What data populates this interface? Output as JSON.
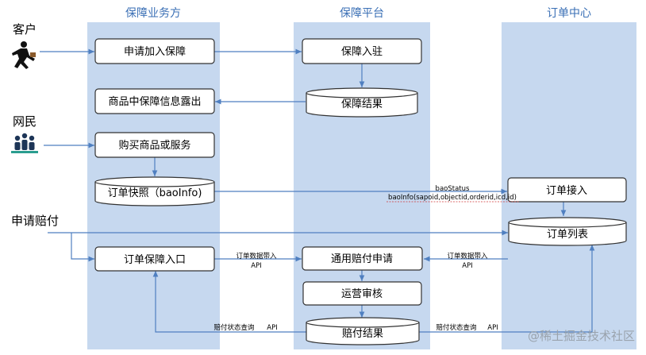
{
  "lanes": {
    "biz": "保障业务方",
    "platform": "保障平台",
    "order": "订单中心"
  },
  "actors": {
    "customer": "客户",
    "netizen": "网民",
    "claim": "申请赔付"
  },
  "boxes": {
    "apply_join": "申请加入保障",
    "expose": "商品中保障信息露出",
    "buy": "购买商品或服务",
    "snapshot": "订单快照（baoInfo)",
    "order_entry": "订单保障入口",
    "settle": "保障入驻",
    "result": "保障结果",
    "claim_apply": "通用赔付申请",
    "review": "运营审核",
    "claim_result": "赔付结果",
    "order_access": "订单接入",
    "order_list": "订单列表"
  },
  "labels": {
    "bao_status": "baoStatus",
    "bao_info": "baoInfo(sapoid,objectid,orderid,icd,id)",
    "order_data_1a": "订单数据带入",
    "order_data_1b": "API",
    "order_data_2a": "订单数据带入",
    "order_data_2b": "API",
    "claim_query_1a": "赔付状态查询",
    "claim_query_1b": "API",
    "claim_query_2a": "赔付状态查询",
    "claim_query_2b": "API"
  },
  "watermark": "@稀土掘金技术社区",
  "colors": {
    "lane_fill": "#c6d8ef",
    "line": "#4f7fc0",
    "lane_title": "#3a6fb5"
  }
}
